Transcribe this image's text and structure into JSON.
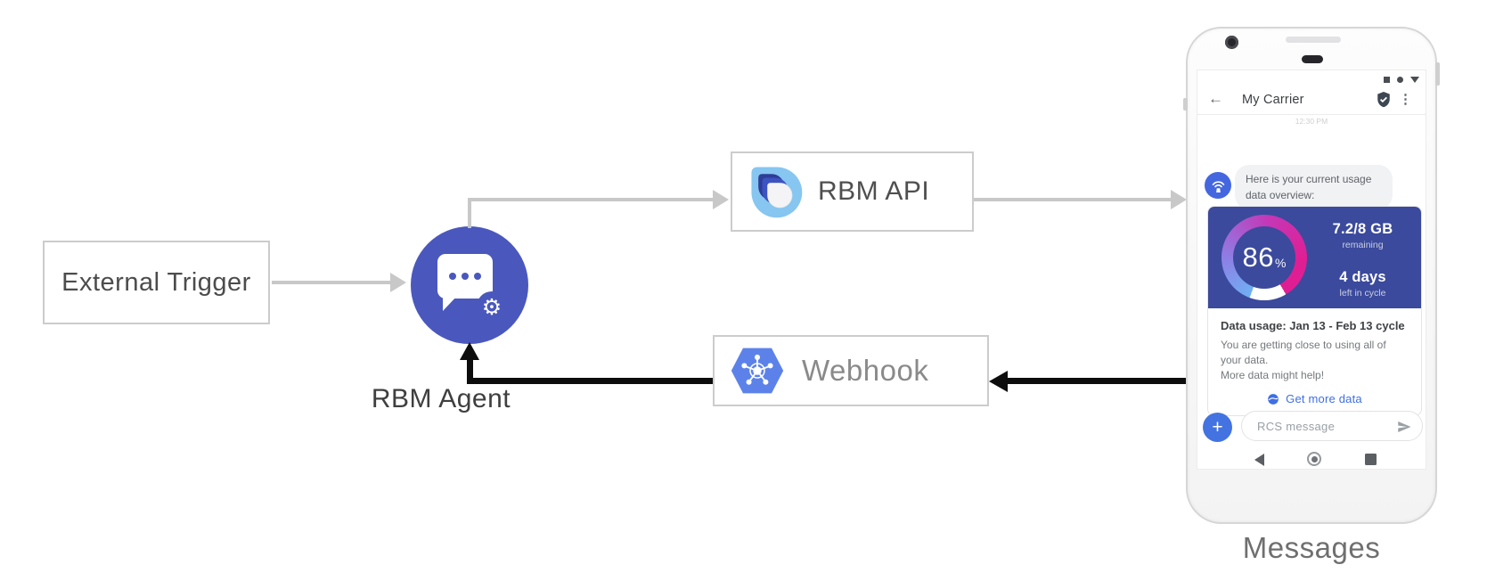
{
  "colors": {
    "agent-blue": "#4a58bd",
    "card-indigo": "#3b4a9c",
    "avatar-blue": "#4467e0",
    "webhook-blue": "#5c82ea",
    "action-blue": "#3f6fe4",
    "plus-blue": "#4373e1",
    "arrow-gray": "#c8c8c8",
    "black": "#0d0d0d",
    "gauge-c1": "#6fb0f3",
    "gauge-c2": "#8e7de4",
    "gauge-c3": "#c438b8",
    "gauge-c4": "#e01e93"
  },
  "diagram": {
    "external_trigger": "External Trigger",
    "rbm_agent": "RBM Agent",
    "rbm_api": "RBM API",
    "webhook": "Webhook",
    "phone_caption": "Messages"
  },
  "phone": {
    "header": {
      "title": "My Carrier"
    },
    "timestamp": "12:30 PM",
    "bubble": {
      "line1": "Here is your current usage",
      "line2": "data overview:"
    },
    "usage_card": {
      "percent": "86",
      "percent_sign": "%",
      "remaining_value": "7.2/8 GB",
      "remaining_label": "remaining",
      "cycle_value": "4 days",
      "cycle_label": "left in cycle",
      "title": "Data usage: Jan 13 - Feb 13 cycle",
      "body_line1": "You are getting close to using all of your data.",
      "body_line2": "More data might help!",
      "action": "Get more data"
    },
    "compose": {
      "placeholder": "RCS message",
      "plus": "+"
    }
  }
}
